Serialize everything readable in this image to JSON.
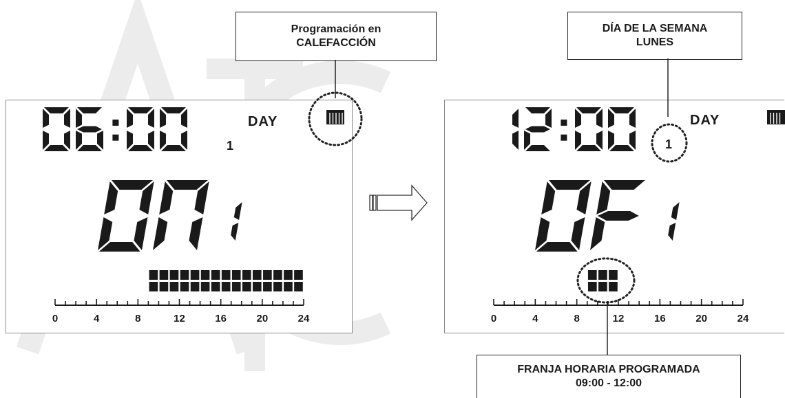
{
  "watermark": "ATC",
  "left_panel": {
    "callout_line1": "Programación en",
    "callout_line2": "CALEFACCIÓN",
    "day_label": "DAY",
    "day_number": "1",
    "clock_digits": "06:00",
    "state_digits": "ON",
    "state_index": "1",
    "program_blocks_from_hour": 9,
    "program_blocks_to_hour": 24,
    "timeline_ticks": [
      "0",
      "4",
      "8",
      "12",
      "16",
      "20",
      "24"
    ]
  },
  "right_panel": {
    "callout_top_line1": "DÍA DE LA SEMANA",
    "callout_top_line2": "LUNES",
    "day_label": "DAY",
    "day_number": "1",
    "clock_digits": "12:00",
    "state_digits": "OF",
    "state_index": "1",
    "program_blocks_from_hour": 9,
    "program_blocks_to_hour": 12,
    "timeline_ticks": [
      "0",
      "4",
      "8",
      "12",
      "16",
      "20",
      "24"
    ],
    "callout_bottom_line1": "FRANJA HORARIA PROGRAMADA",
    "callout_bottom_line2": "09:00 - 12:00"
  },
  "colors": {
    "segment": "#1a1a1a",
    "frame": "#8a8a8a",
    "watermark": "#ececec"
  },
  "icons": [
    "radiator-icon",
    "arrow-right-icon"
  ]
}
